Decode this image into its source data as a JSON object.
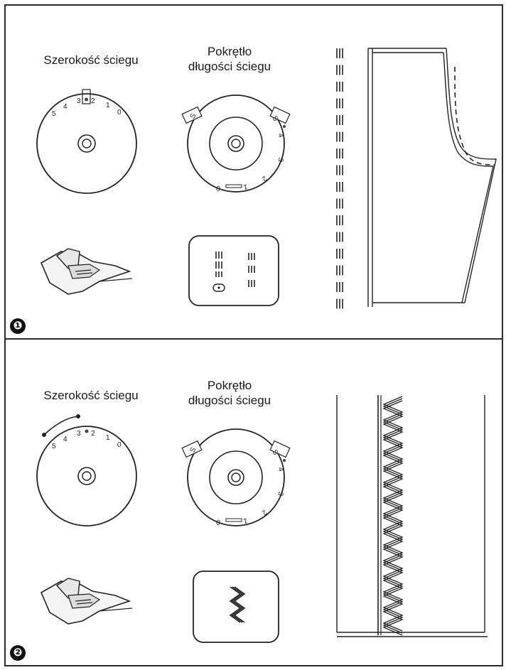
{
  "panels": [
    {
      "step": "❶",
      "width_label": "Szerokość ściegu",
      "length_label_line1": "Pokrętło",
      "length_label_line2": "długości ściegu",
      "width_dial_numbers": [
        "5",
        "4",
        "3",
        "2",
        "1",
        "0"
      ],
      "length_dial_numbers": [
        "S",
        "4",
        "3",
        "2",
        "1",
        "0",
        "S"
      ],
      "stitch_type": "straight-stitch"
    },
    {
      "step": "❷",
      "width_label": "Szerokość ściegu",
      "length_label_line1": "Pokrętło",
      "length_label_line2": "długości ściegu",
      "width_dial_numbers": [
        "5",
        "4",
        "3",
        "2",
        "1",
        "0"
      ],
      "length_dial_numbers": [
        "S",
        "4",
        "3",
        "2",
        "1",
        "0",
        "S"
      ],
      "stitch_type": "stretch-zigzag-stitch"
    }
  ],
  "icons": {
    "presser_foot": "presser-foot-icon",
    "stitch_selector": "stitch-selector-icon",
    "dial": "dial-icon",
    "fabric": "fabric-seam-icon"
  }
}
